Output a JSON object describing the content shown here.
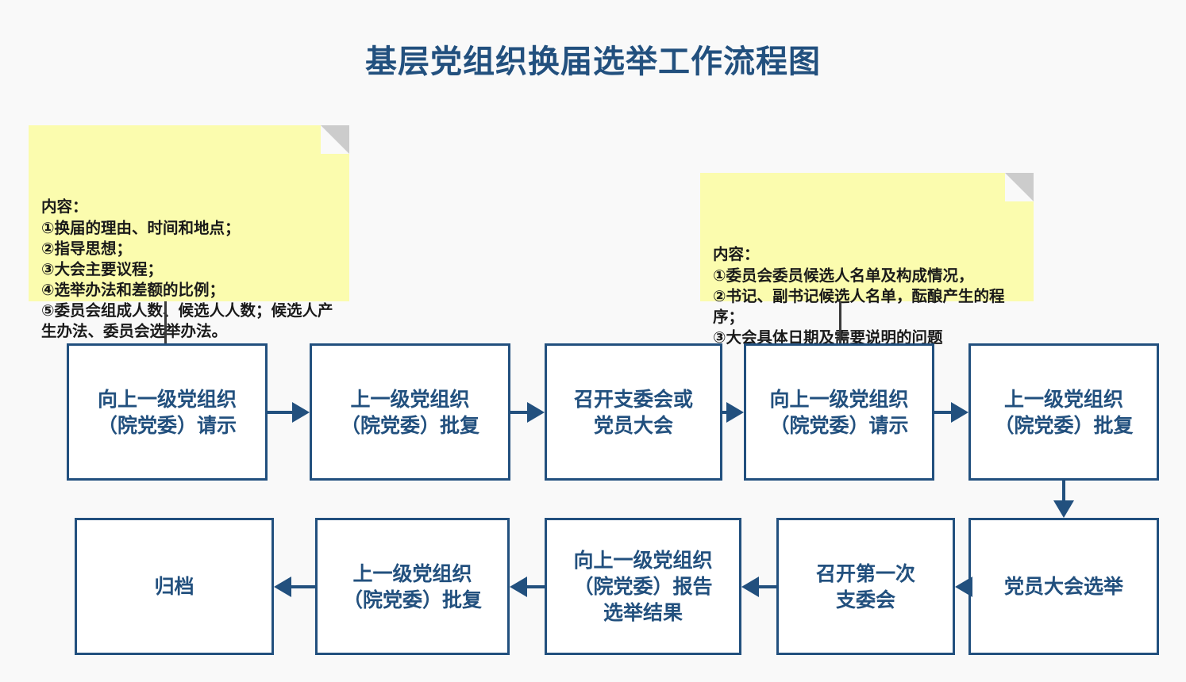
{
  "title": "基层党组织换届选举工作流程图",
  "theme": {
    "background": "#f9f9f9",
    "accent": "#22507e",
    "note_fill": "#fbfcae",
    "note_fold": "#cccccc",
    "box_fill": "#ffffff",
    "connector": "#3a3a3a"
  },
  "notes": [
    {
      "id": "note-left",
      "text": "内容：\n①换届的理由、时间和地点；\n②指导思想；\n③大会主要议程；\n④选举办法和差额的比例；\n⑤委员会组成人数、候选人人数；候选人产生办法、委员会选举办法。",
      "attached_to": "box-r1c1"
    },
    {
      "id": "note-right",
      "text": "内容：\n①委员会委员候选人名单及构成情况，\n②书记、副书记候选人名单，酝酿产生的程序；\n③大会具体日期及需要说明的问题",
      "attached_to": "box-r1c4"
    }
  ],
  "flow": {
    "row1": [
      {
        "id": "box-r1c1",
        "label": "向上一级党组织\n（院党委）请示"
      },
      {
        "id": "box-r1c2",
        "label": "上一级党组织\n（院党委）批复"
      },
      {
        "id": "box-r1c3",
        "label": "召开支委会或\n党员大会"
      },
      {
        "id": "box-r1c4",
        "label": "向上一级党组织\n（院党委）请示"
      },
      {
        "id": "box-r1c5",
        "label": "上一级党组织\n（院党委）批复"
      }
    ],
    "row2": [
      {
        "id": "box-r2c1",
        "label": "归档"
      },
      {
        "id": "box-r2c2",
        "label": "上一级党组织\n（院党委）批复"
      },
      {
        "id": "box-r2c3",
        "label": "向上一级党组织\n（院党委）报告\n选举结果"
      },
      {
        "id": "box-r2c4",
        "label": "召开第一次\n支委会"
      },
      {
        "id": "box-r2c5",
        "label": "党员大会选举"
      }
    ]
  },
  "arrows": [
    {
      "id": "arr-1",
      "from": "box-r1c1",
      "to": "box-r1c2",
      "direction": "right"
    },
    {
      "id": "arr-2",
      "from": "box-r1c2",
      "to": "box-r1c3",
      "direction": "right"
    },
    {
      "id": "arr-3",
      "from": "box-r1c3",
      "to": "box-r1c4",
      "direction": "right"
    },
    {
      "id": "arr-4",
      "from": "box-r1c4",
      "to": "box-r1c5",
      "direction": "right"
    },
    {
      "id": "arr-5",
      "from": "box-r1c5",
      "to": "box-r2c5",
      "direction": "down"
    },
    {
      "id": "arr-6",
      "from": "box-r2c5",
      "to": "box-r2c4",
      "direction": "left"
    },
    {
      "id": "arr-7",
      "from": "box-r2c4",
      "to": "box-r2c3",
      "direction": "left"
    },
    {
      "id": "arr-8",
      "from": "box-r2c3",
      "to": "box-r2c2",
      "direction": "left"
    },
    {
      "id": "arr-9",
      "from": "box-r2c2",
      "to": "box-r2c1",
      "direction": "left"
    }
  ]
}
